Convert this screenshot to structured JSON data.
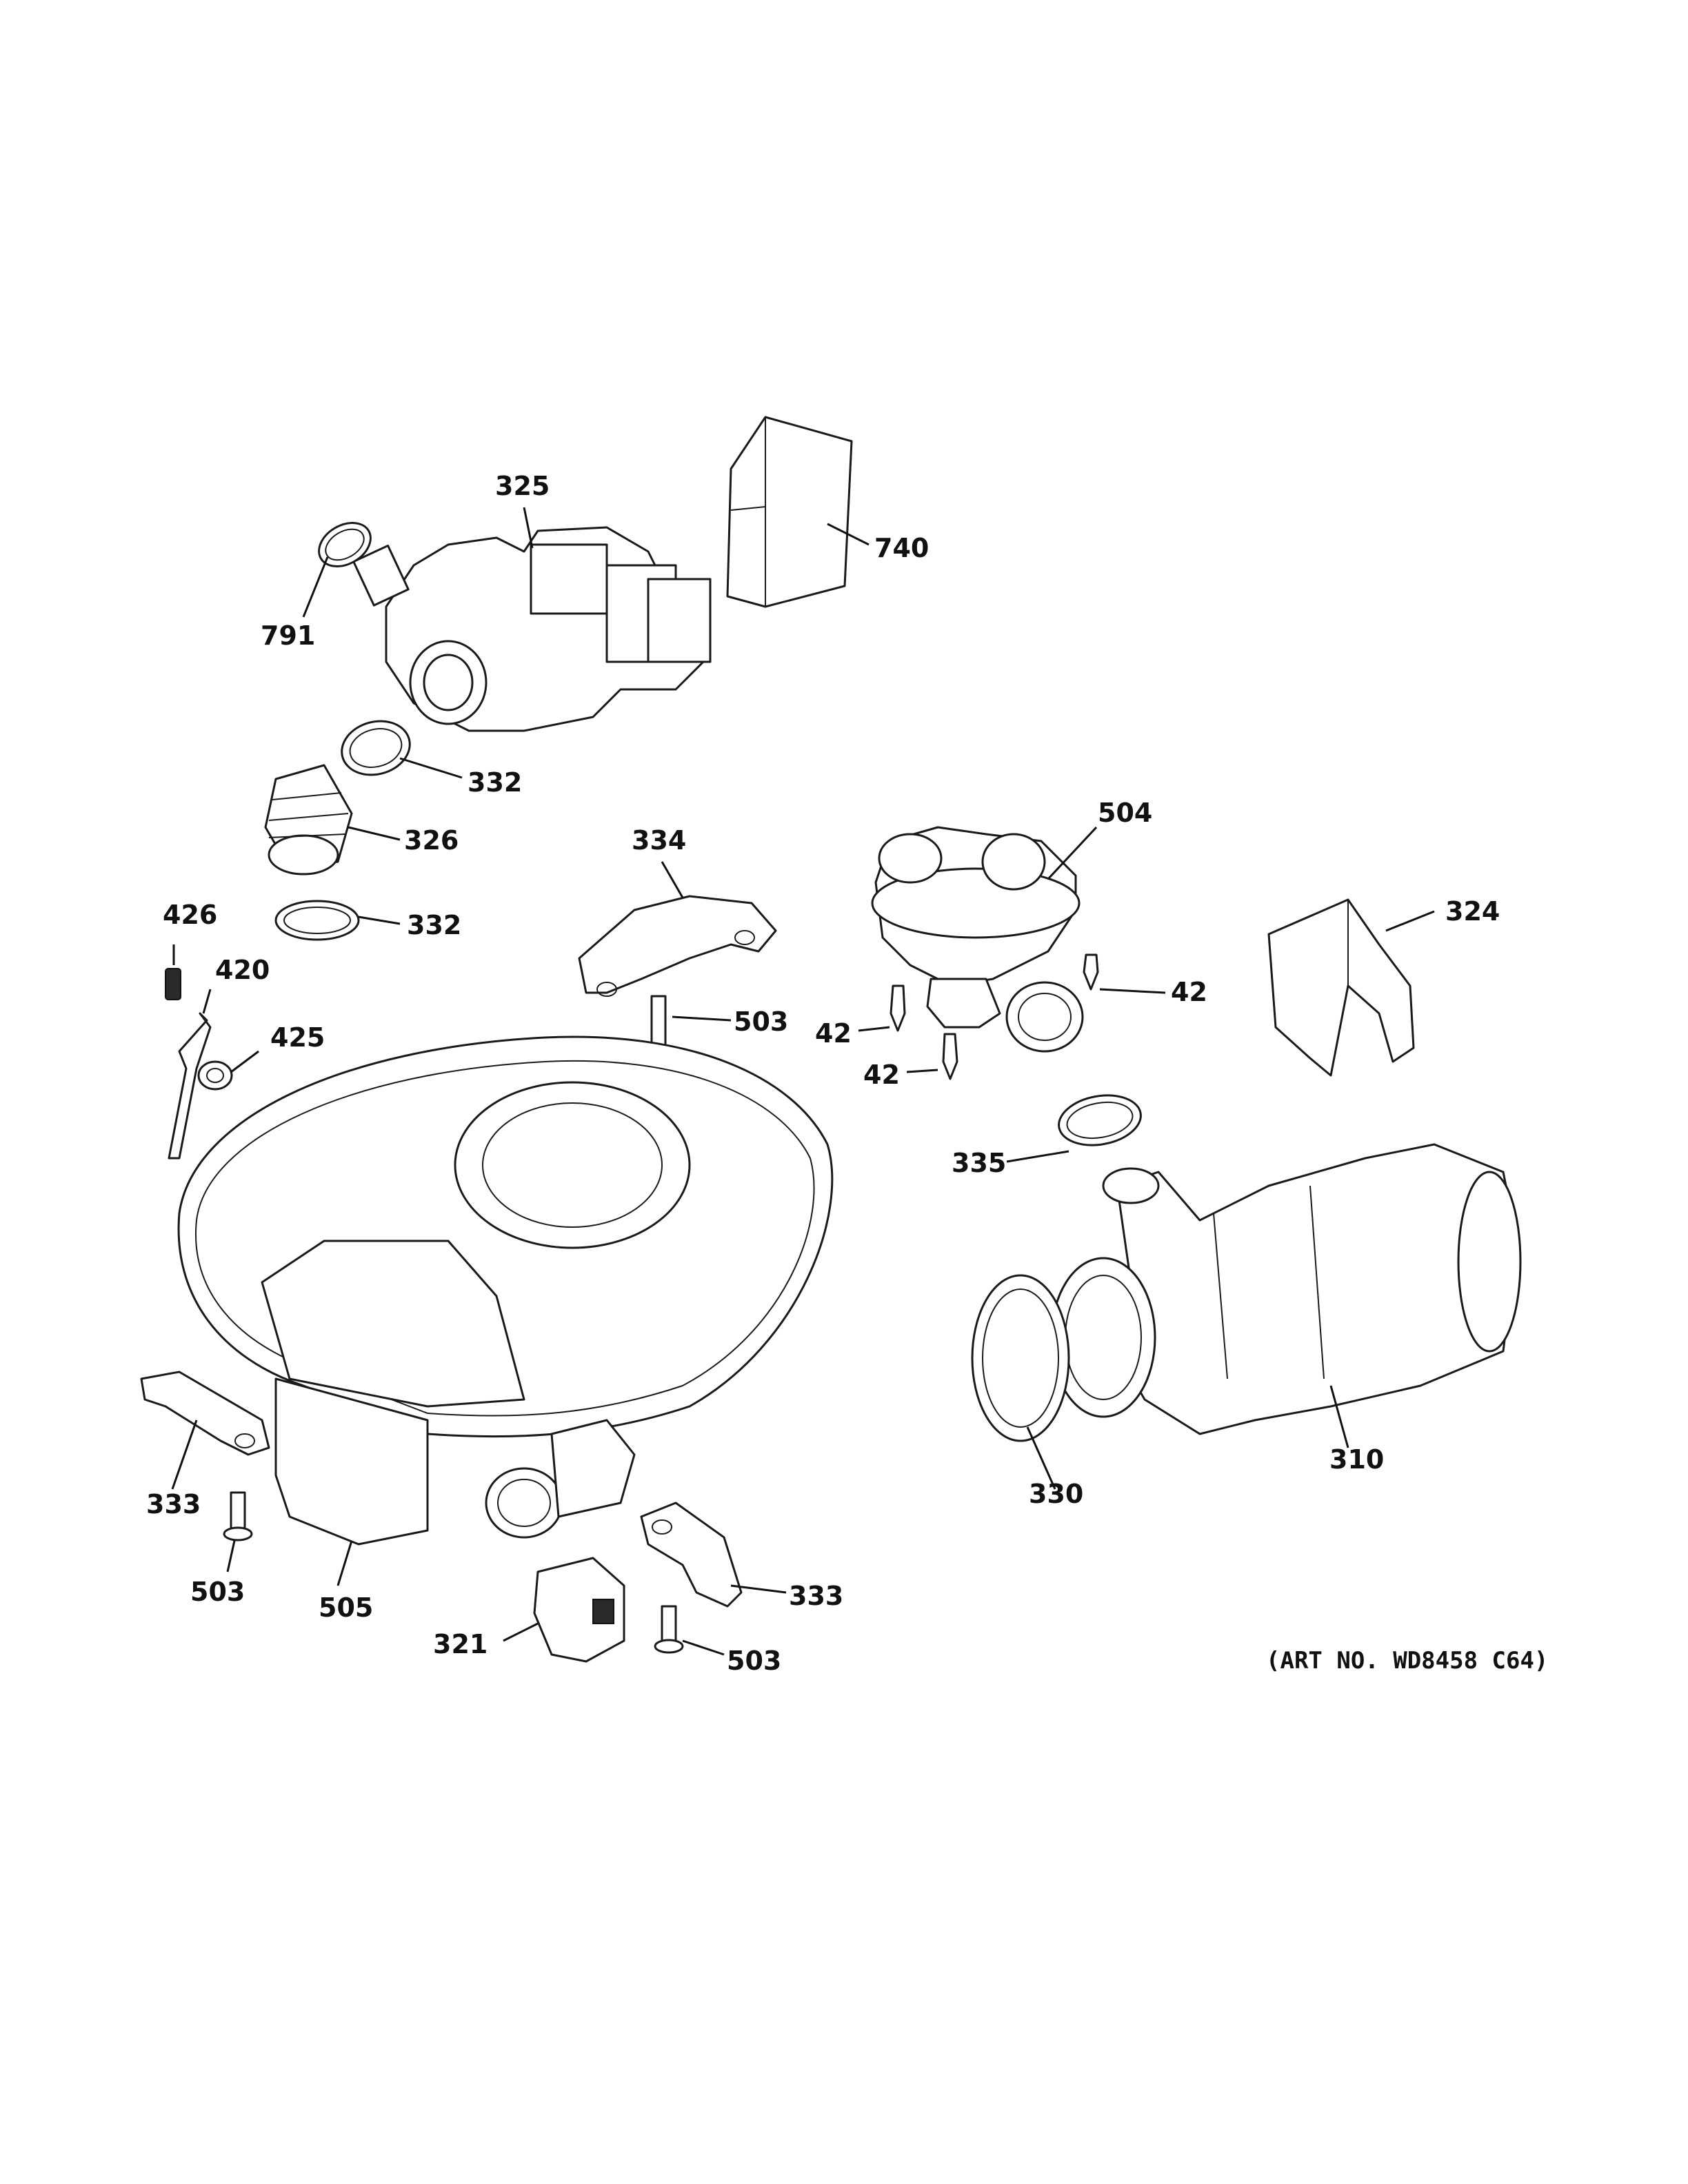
{
  "callouts": {
    "c325": "325",
    "c740": "740",
    "c791": "791",
    "c332a": "332",
    "c326": "326",
    "c332b": "332",
    "c334": "334",
    "c504": "504",
    "c324": "324",
    "c426": "426",
    "c420": "420",
    "c425": "425",
    "c503a": "503",
    "c42a": "42",
    "c42b": "42",
    "c42c": "42",
    "c335": "335",
    "c333a": "333",
    "c503b": "503",
    "c505": "505",
    "c321": "321",
    "c333b": "333",
    "c503c": "503",
    "c330": "330",
    "c310": "310"
  },
  "art_number": "(ART NO. WD8458 C64)"
}
